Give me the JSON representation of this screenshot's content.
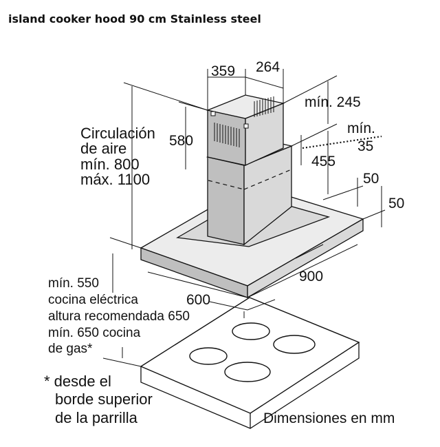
{
  "page": {
    "title": "island cooker hood 90 cm Stainless steel"
  },
  "dimensions": {
    "d359": "359",
    "d264": "264",
    "min245": "mín. 245",
    "min35_a": "mín.",
    "min35_b": "35",
    "d580": "580",
    "d455": "455",
    "d50a": "50",
    "d50b": "50",
    "d900": "900",
    "d600": "600"
  },
  "labels": {
    "circ_1": "Circulación",
    "circ_2": "de aire",
    "circ_3": "mín. 800",
    "circ_4": "máx. 1100",
    "cook_1": "mín. 550",
    "cook_2": "cocina eléctrica",
    "cook_3": "altura recomendada 650",
    "cook_4": "mín. 650 cocina",
    "cook_5": "de gas*",
    "foot_1": "* desde el",
    "foot_2": "borde superior",
    "foot_3": "de la parrilla",
    "units": "Dimensiones en mm"
  },
  "colors": {
    "steel": "#d9d9d9",
    "line": "#111111"
  }
}
